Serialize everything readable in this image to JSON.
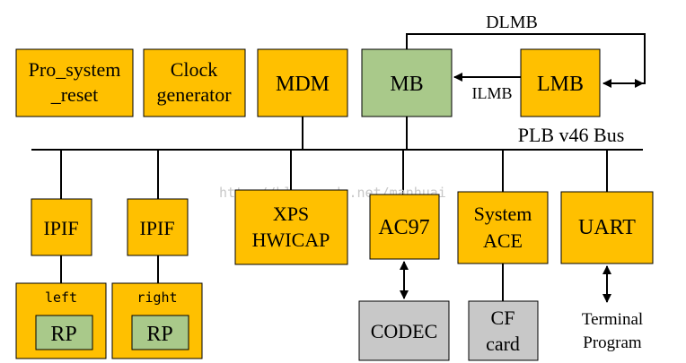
{
  "colors": {
    "block": "#FFC000",
    "processor": "#A9C98A",
    "peripheral_gray": "#C8C8C8",
    "line": "#000000"
  },
  "buses": {
    "plb": "PLB v46 Bus",
    "dlmb": "DLMB",
    "ilmb": "ILMB"
  },
  "blocks": {
    "pro_system_reset": [
      "Pro_system",
      "_reset"
    ],
    "clock_generator": [
      "Clock",
      "generator"
    ],
    "mdm": "MDM",
    "mb": "MB",
    "lmb": "LMB",
    "ipif_left": "IPIF",
    "ipif_right": "IPIF",
    "xps_hwicap": [
      "XPS",
      "HWICAP"
    ],
    "ac97": "AC97",
    "system_ace": [
      "System",
      "ACE"
    ],
    "uart": "UART",
    "rp_left": {
      "label": "left",
      "inner": "RP"
    },
    "rp_right": {
      "label": "right",
      "inner": "RP"
    },
    "codec": "CODEC",
    "cf_card": [
      "CF",
      "card"
    ],
    "terminal_program": [
      "Terminal",
      "Program"
    ]
  },
  "watermark": "http://blog.csdn.net/manhuai"
}
